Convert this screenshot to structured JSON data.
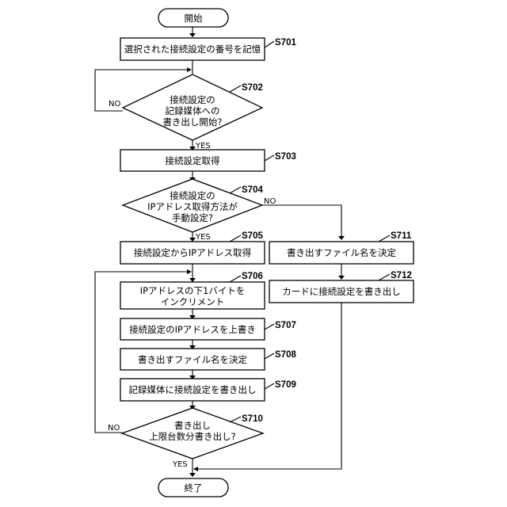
{
  "terminals": {
    "start": "開始",
    "end": "終了"
  },
  "steps": {
    "s701": {
      "id": "S701",
      "text": "選択された接続設定の番号を記憶"
    },
    "s702": {
      "id": "S702",
      "lines": [
        "接続設定の",
        "記録媒体への",
        "書き出し開始?"
      ]
    },
    "s703": {
      "id": "S703",
      "text": "接続設定取得"
    },
    "s704": {
      "id": "S704",
      "lines": [
        "接続設定の",
        "IPアドレス取得方法が",
        "手動設定?"
      ]
    },
    "s705": {
      "id": "S705",
      "text": "接続設定からIPアドレス取得"
    },
    "s706": {
      "id": "S706",
      "lines": [
        "IPアドレスの下1バイトを",
        "インクリメント"
      ]
    },
    "s707": {
      "id": "S707",
      "text": "接続設定のIPアドレスを上書き"
    },
    "s708": {
      "id": "S708",
      "text": "書き出すファイル名を決定"
    },
    "s709": {
      "id": "S709",
      "text": "記録媒体に接続設定を書き出し"
    },
    "s710": {
      "id": "S710",
      "lines": [
        "書き出し",
        "上限台数分書き出し?"
      ]
    },
    "s711": {
      "id": "S711",
      "text": "書き出すファイル名を決定"
    },
    "s712": {
      "id": "S712",
      "text": "カードに接続設定を書き出し"
    }
  },
  "branches": {
    "s702_no": "NO",
    "s702_yes": "YES",
    "s704_no": "NO",
    "s704_yes": "YES",
    "s710_no": "NO",
    "s710_yes": "YES"
  }
}
